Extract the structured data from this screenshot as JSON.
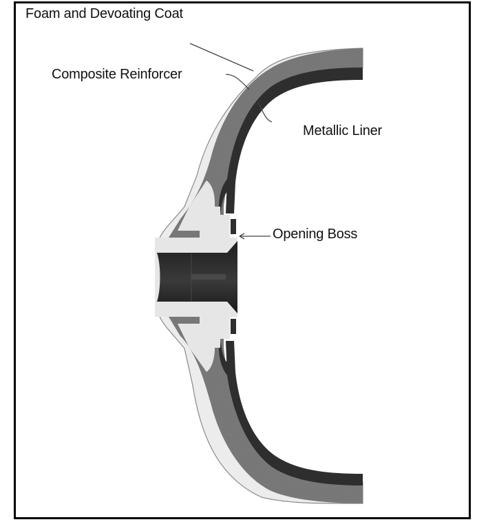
{
  "diagram": {
    "type": "cross-section",
    "subject": "Pressure vessel dome with opening boss",
    "labels": {
      "foam_coat": "Foam and Devoating Coat",
      "composite": "Composite Reinforcer",
      "liner": "Metallic Liner",
      "boss": "Opening Boss"
    },
    "colors": {
      "frame": "#000000",
      "foam_coat": "#ececec",
      "composite": "#7a7a7a",
      "liner": "#2e2e2e",
      "boss": "#e6e6e6",
      "boss_bore": "#262626",
      "leader_line": "#444444"
    }
  }
}
